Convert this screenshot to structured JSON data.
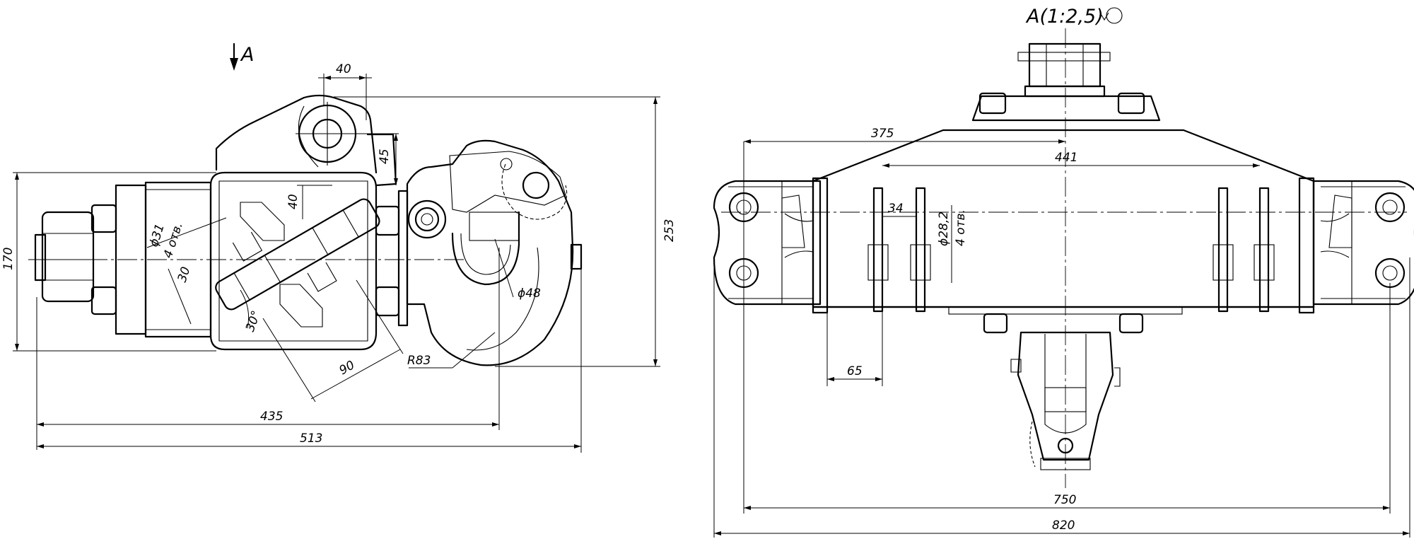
{
  "view_a_marker": "A",
  "view_a_title": "A(1:2,5)",
  "side_view": {
    "dims": {
      "d40_top": "40",
      "d45": "45",
      "d40_mid": "40",
      "d253": "253",
      "d170": "170",
      "d31": "ϕ31",
      "holes": "4 отв.",
      "d30": "30",
      "angle30": "30°",
      "d90": "90",
      "r83": "R83",
      "d48": "ϕ48",
      "d435": "435",
      "d513": "513"
    }
  },
  "front_view": {
    "dims": {
      "d375": "375",
      "d441": "441",
      "d34": "34",
      "d282": "ϕ28,2",
      "holes": "4 отв.",
      "d65": "65",
      "d750": "750",
      "d820": "820"
    }
  }
}
